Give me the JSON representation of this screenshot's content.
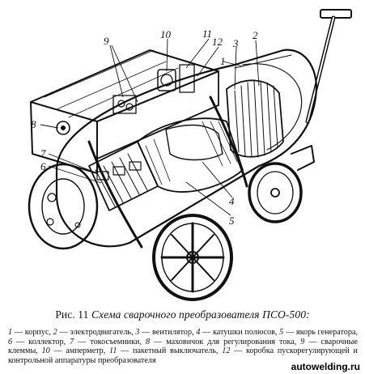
{
  "callouts": [
    {
      "id": "c1",
      "label": "1"
    },
    {
      "id": "c2",
      "label": "2"
    },
    {
      "id": "c3",
      "label": "3"
    },
    {
      "id": "c4",
      "label": "4"
    },
    {
      "id": "c5",
      "label": "5"
    },
    {
      "id": "c6",
      "label": "6"
    },
    {
      "id": "c7",
      "label": "7"
    },
    {
      "id": "c8",
      "label": "8"
    },
    {
      "id": "c9",
      "label": "9"
    },
    {
      "id": "c10",
      "label": "10"
    },
    {
      "id": "c11",
      "label": "11"
    },
    {
      "id": "c12",
      "label": "12"
    }
  ],
  "caption": {
    "prefix": "Рис. 11",
    "title": "Схема сварочного преобразователя ПСО-500:"
  },
  "legend": [
    {
      "num": "1",
      "text": "корпус,"
    },
    {
      "num": "2",
      "text": "электродвигатель,"
    },
    {
      "num": "3",
      "text": "вентилятор,"
    },
    {
      "num": "4",
      "text": "катушки полюсов,"
    },
    {
      "num": "5",
      "text": "якорь генератора,"
    },
    {
      "num": "6",
      "text": "коллектор,"
    },
    {
      "num": "7",
      "text": "токосъемники,"
    },
    {
      "num": "8",
      "text": "маховичок для регулирования тока,"
    },
    {
      "num": "9",
      "text": "сварочные клеммы,"
    },
    {
      "num": "10",
      "text": "амперметр,"
    },
    {
      "num": "11",
      "text": "пакетный выключатель,"
    },
    {
      "num": "12",
      "text": "коробка пускорегулирующей и контрольной аппаратуры преобразователя"
    }
  ],
  "watermark": "autowelding.ru"
}
